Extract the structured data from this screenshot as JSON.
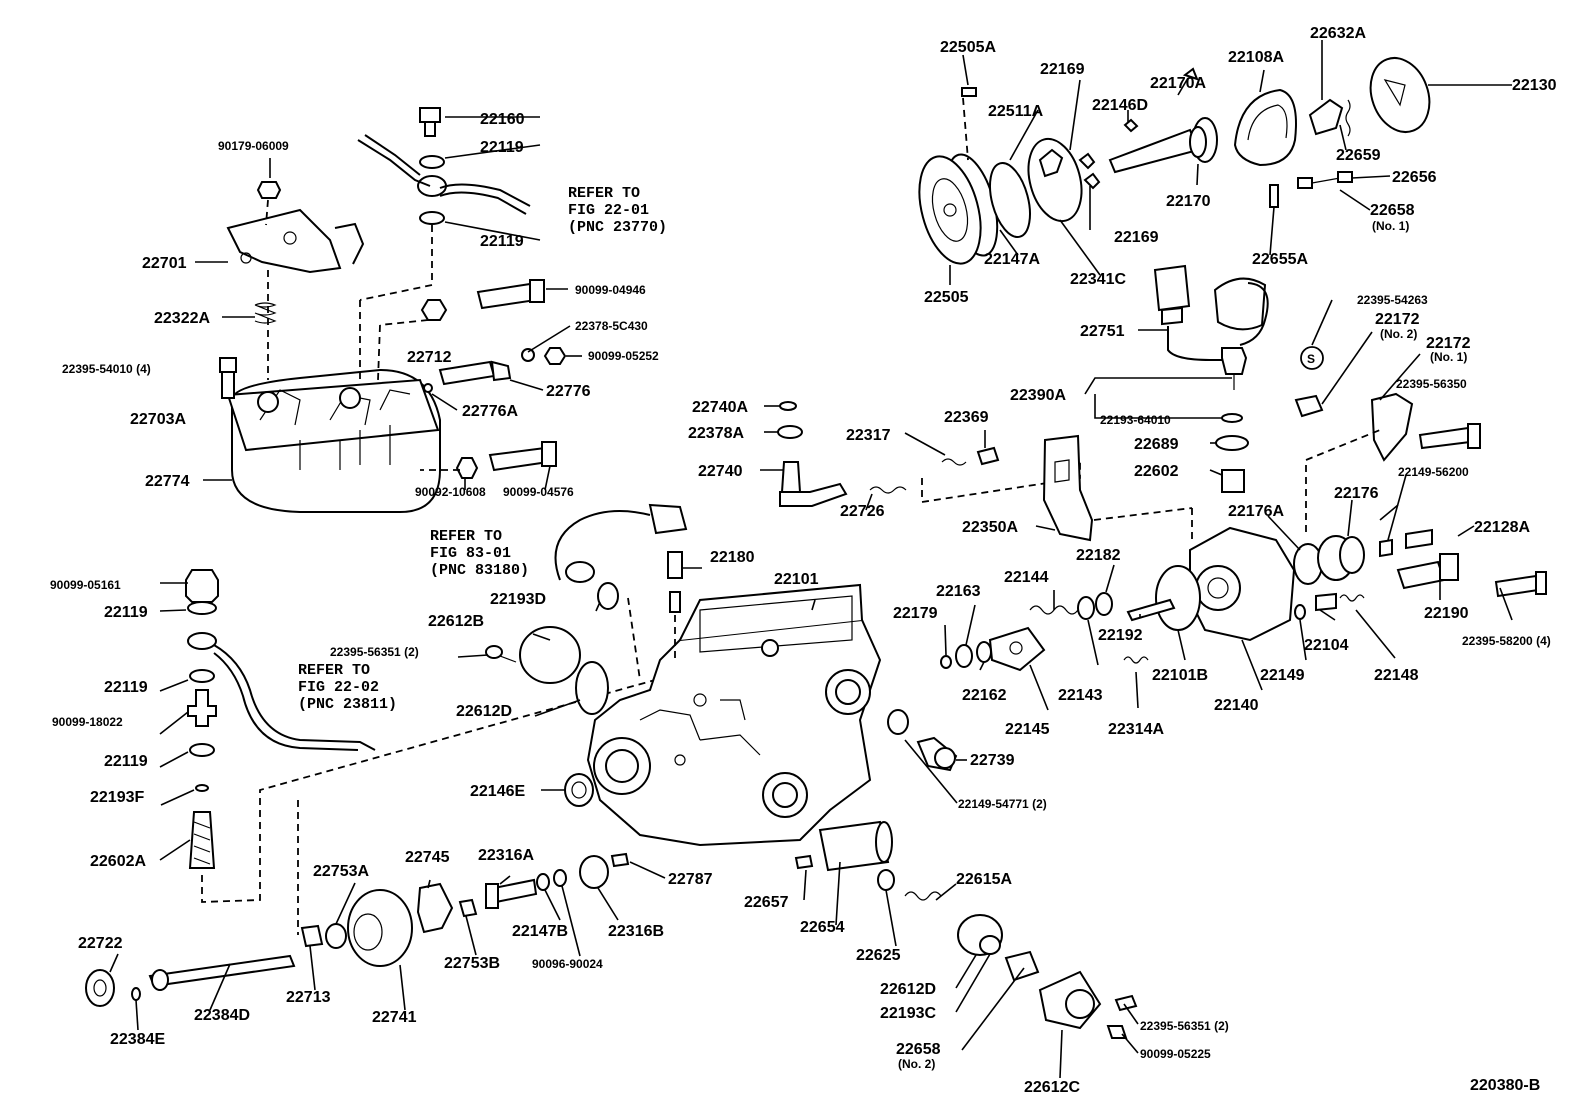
{
  "diagram": {
    "code": "220380-B",
    "refs": {
      "r1": [
        "REFER TO",
        "FIG 22-01",
        "(PNC 23770)"
      ],
      "r2": [
        "REFER TO",
        "FIG 83-01",
        "(PNC 83180)"
      ],
      "r3": [
        "REFER TO",
        "FIG 22-02",
        "(PNC 23811)"
      ]
    },
    "parts": {
      "p1": "22505A",
      "p2": "22169",
      "p3": "22170A",
      "p4": "22108A",
      "p5": "22632A",
      "p6": "22130",
      "p7": "22511A",
      "p8": "22146D",
      "p9": "22659",
      "p10": "22656",
      "p11": "22658",
      "p11n": "(No. 1)",
      "p12": "22170",
      "p13": "22169",
      "p14": "22147A",
      "p15": "22341C",
      "p16": "22505",
      "p17": "22655A",
      "p18": "22160",
      "p19": "22119",
      "p20": "90179-06009",
      "p21": "22119",
      "p22": "22701",
      "p23": "22322A",
      "p24": "90099-04946",
      "p25": "22378-5C430",
      "p26": "90099-05252",
      "p27": "22395-54010 (4)",
      "p28": "22712",
      "p29": "22776",
      "p30": "22703A",
      "p31": "22776A",
      "p32": "22774",
      "p33": "90092-10608",
      "p34": "90099-04576",
      "p35": "22395-54263",
      "p36": "22172",
      "p36n": "(No. 2)",
      "p37": "22172",
      "p37n": "(No. 1)",
      "p38": "22751",
      "p39": "22395-56350",
      "p40": "22390A",
      "p41": "22193-64010",
      "p42": "22689",
      "p43": "22602",
      "p44": "22149-56200",
      "p45": "22740A",
      "p46": "22378A",
      "p47": "22317",
      "p48": "22369",
      "p49": "22740",
      "p50": "22726",
      "p51": "22350A",
      "p52": "22176A",
      "p53": "22176",
      "p54": "22128A",
      "p55": "22180",
      "p56": "22101",
      "p57": "22182",
      "p58": "22163",
      "p59": "22144",
      "p60": "22179",
      "p61": "22192",
      "p62": "22190",
      "p63": "22395-58200 (4)",
      "p64": "22104",
      "p65": "22148",
      "p66": "22149",
      "p67": "22162",
      "p68": "22143",
      "p69": "22101B",
      "p70": "22145",
      "p71": "22314A",
      "p72": "22140",
      "p73": "22193D",
      "p74": "22612B",
      "p75": "22395-56351 (2)",
      "p76": "22612D",
      "p77": "90099-05161",
      "p78": "22119",
      "p79": "22119",
      "p80": "90099-18022",
      "p81": "22119",
      "p82": "22193F",
      "p83": "22602A",
      "p84": "22739",
      "p85": "22149-54771 (2)",
      "p86": "22146E",
      "p87": "22745",
      "p88": "22316A",
      "p89": "22787",
      "p90": "22753A",
      "p91": "22657",
      "p92": "22615A",
      "p93": "22654",
      "p94": "22625",
      "p95": "22147B",
      "p96": "22316B",
      "p97": "22753B",
      "p98": "90096-90024",
      "p99": "22722",
      "p100": "22713",
      "p101": "22741",
      "p102": "22384D",
      "p103": "22384E",
      "p104": "22612D",
      "p105": "22193C",
      "p106": "22395-56351 (2)",
      "p107": "22658",
      "p107n": "(No. 2)",
      "p108": "90099-05225",
      "p109": "22612C"
    }
  }
}
